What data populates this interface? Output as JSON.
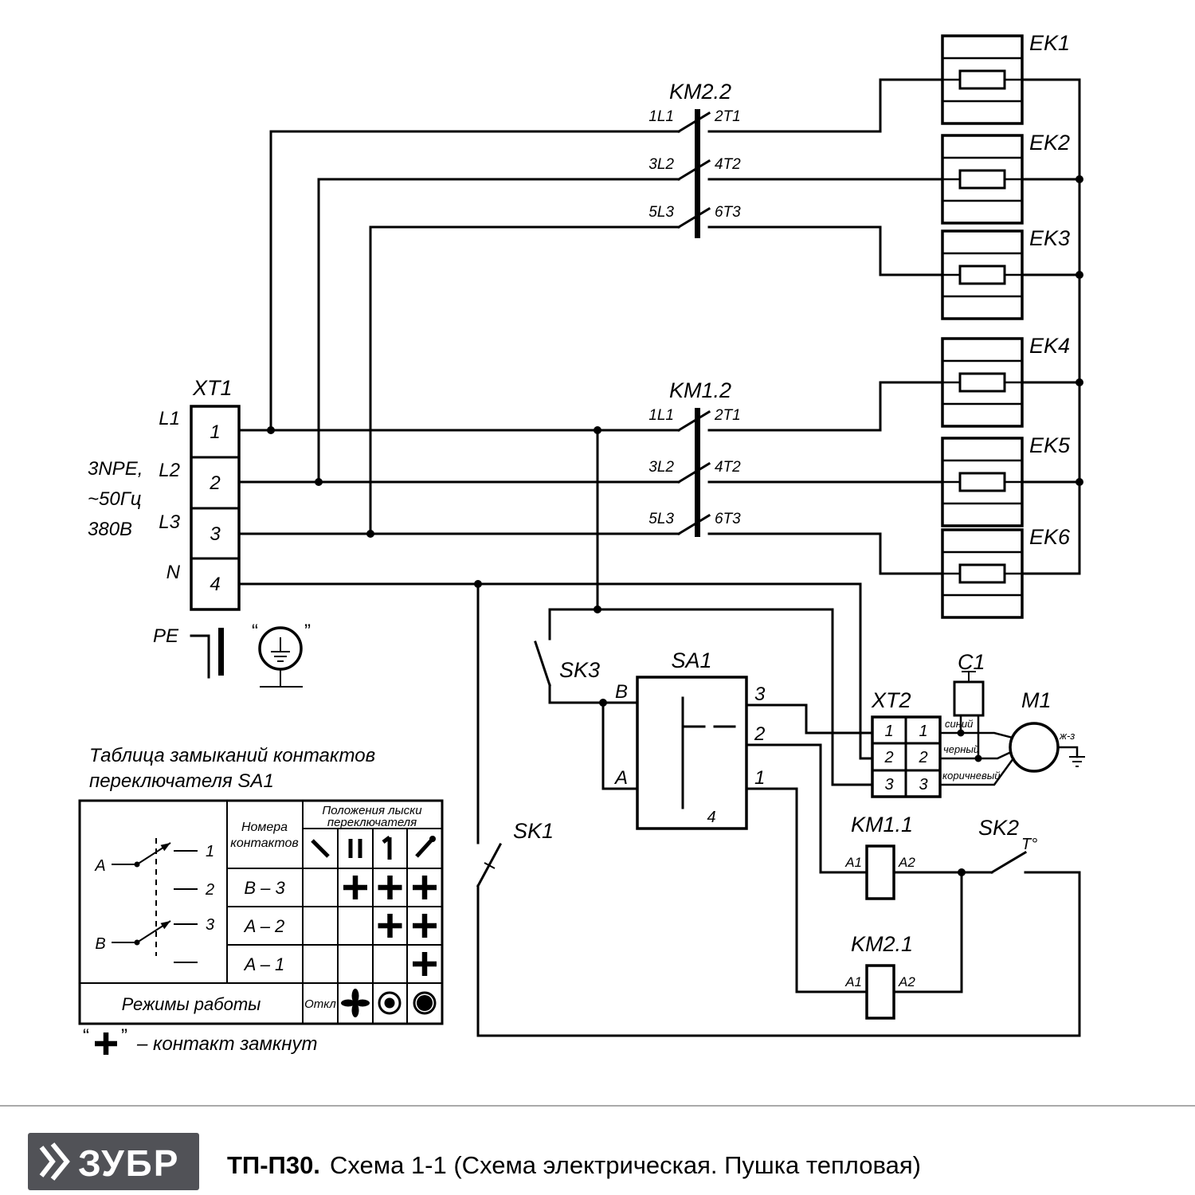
{
  "colors": {
    "ink": "#000000",
    "background": "#ffffff",
    "logo_bg": "#515257"
  },
  "power": {
    "xt1_label": "XT1",
    "xt1_terminals": [
      "1",
      "2",
      "3",
      "4"
    ],
    "phase_labels": [
      "L1",
      "L2",
      "L3",
      "N"
    ],
    "supply_lines": [
      "3NPE,",
      "~50Гц",
      "380В"
    ],
    "pe_label": "PE",
    "quote_open": "“",
    "quote_close": "”"
  },
  "contactors": {
    "km22_label": "KM2.2",
    "km12_label": "KM1.2",
    "pins_left": [
      "1L1",
      "3L2",
      "5L3"
    ],
    "pins_right": [
      "2T1",
      "4T2",
      "6T3"
    ],
    "km11_label": "KM1.1",
    "km21_label": "KM2.1",
    "coil_a1": "A1",
    "coil_a2": "A2"
  },
  "heaters": {
    "labels": [
      "EK1",
      "EK2",
      "EK3",
      "EK4",
      "EK5",
      "EK6"
    ]
  },
  "switches": {
    "sk1": "SK1",
    "sk2": "SK2",
    "sk2_temp": "T°",
    "sk3": "SK3"
  },
  "selector": {
    "label": "SA1",
    "pin_b": "B",
    "pin_a": "A",
    "pin_3": "3",
    "pin_2": "2",
    "pin_1": "1",
    "pin_4": "4"
  },
  "motor_block": {
    "xt2_label": "XT2",
    "xt2_cells": [
      "1",
      "2",
      "3",
      "1",
      "2",
      "3"
    ],
    "c1_label": "C1",
    "m1_label": "M1",
    "wire_colors": [
      "синий",
      "черный",
      "коричневый"
    ],
    "pe_wire": "ж-з"
  },
  "table": {
    "title_line1": "Таблица замыканий контактов",
    "title_line2": "переключателя SA1",
    "col_numbers_line1": "Номера",
    "col_numbers_line2": "контактов",
    "col_positions_line1": "Положения лыски",
    "col_positions_line2": "переключателя",
    "rows": [
      {
        "label": "B – 3",
        "marks": [
          0,
          1,
          1,
          1
        ]
      },
      {
        "label": "A – 2",
        "marks": [
          0,
          0,
          1,
          1
        ]
      },
      {
        "label": "A – 1",
        "marks": [
          0,
          0,
          0,
          1
        ]
      }
    ],
    "diagram": {
      "pole_a": "A",
      "pole_b": "B",
      "t1": "1",
      "t2": "2",
      "t3": "3"
    },
    "modes_label": "Режимы работы",
    "off_label": "Откл"
  },
  "legend": {
    "open_quote": "“",
    "close_quote": "”",
    "text": "– контакт замкнут"
  },
  "footer": {
    "logo_text": "ЗУБР",
    "title_bold": "ТП-П30.",
    "title_rest": "Схема 1-1 (Схема электрическая. Пушка тепловая)"
  }
}
